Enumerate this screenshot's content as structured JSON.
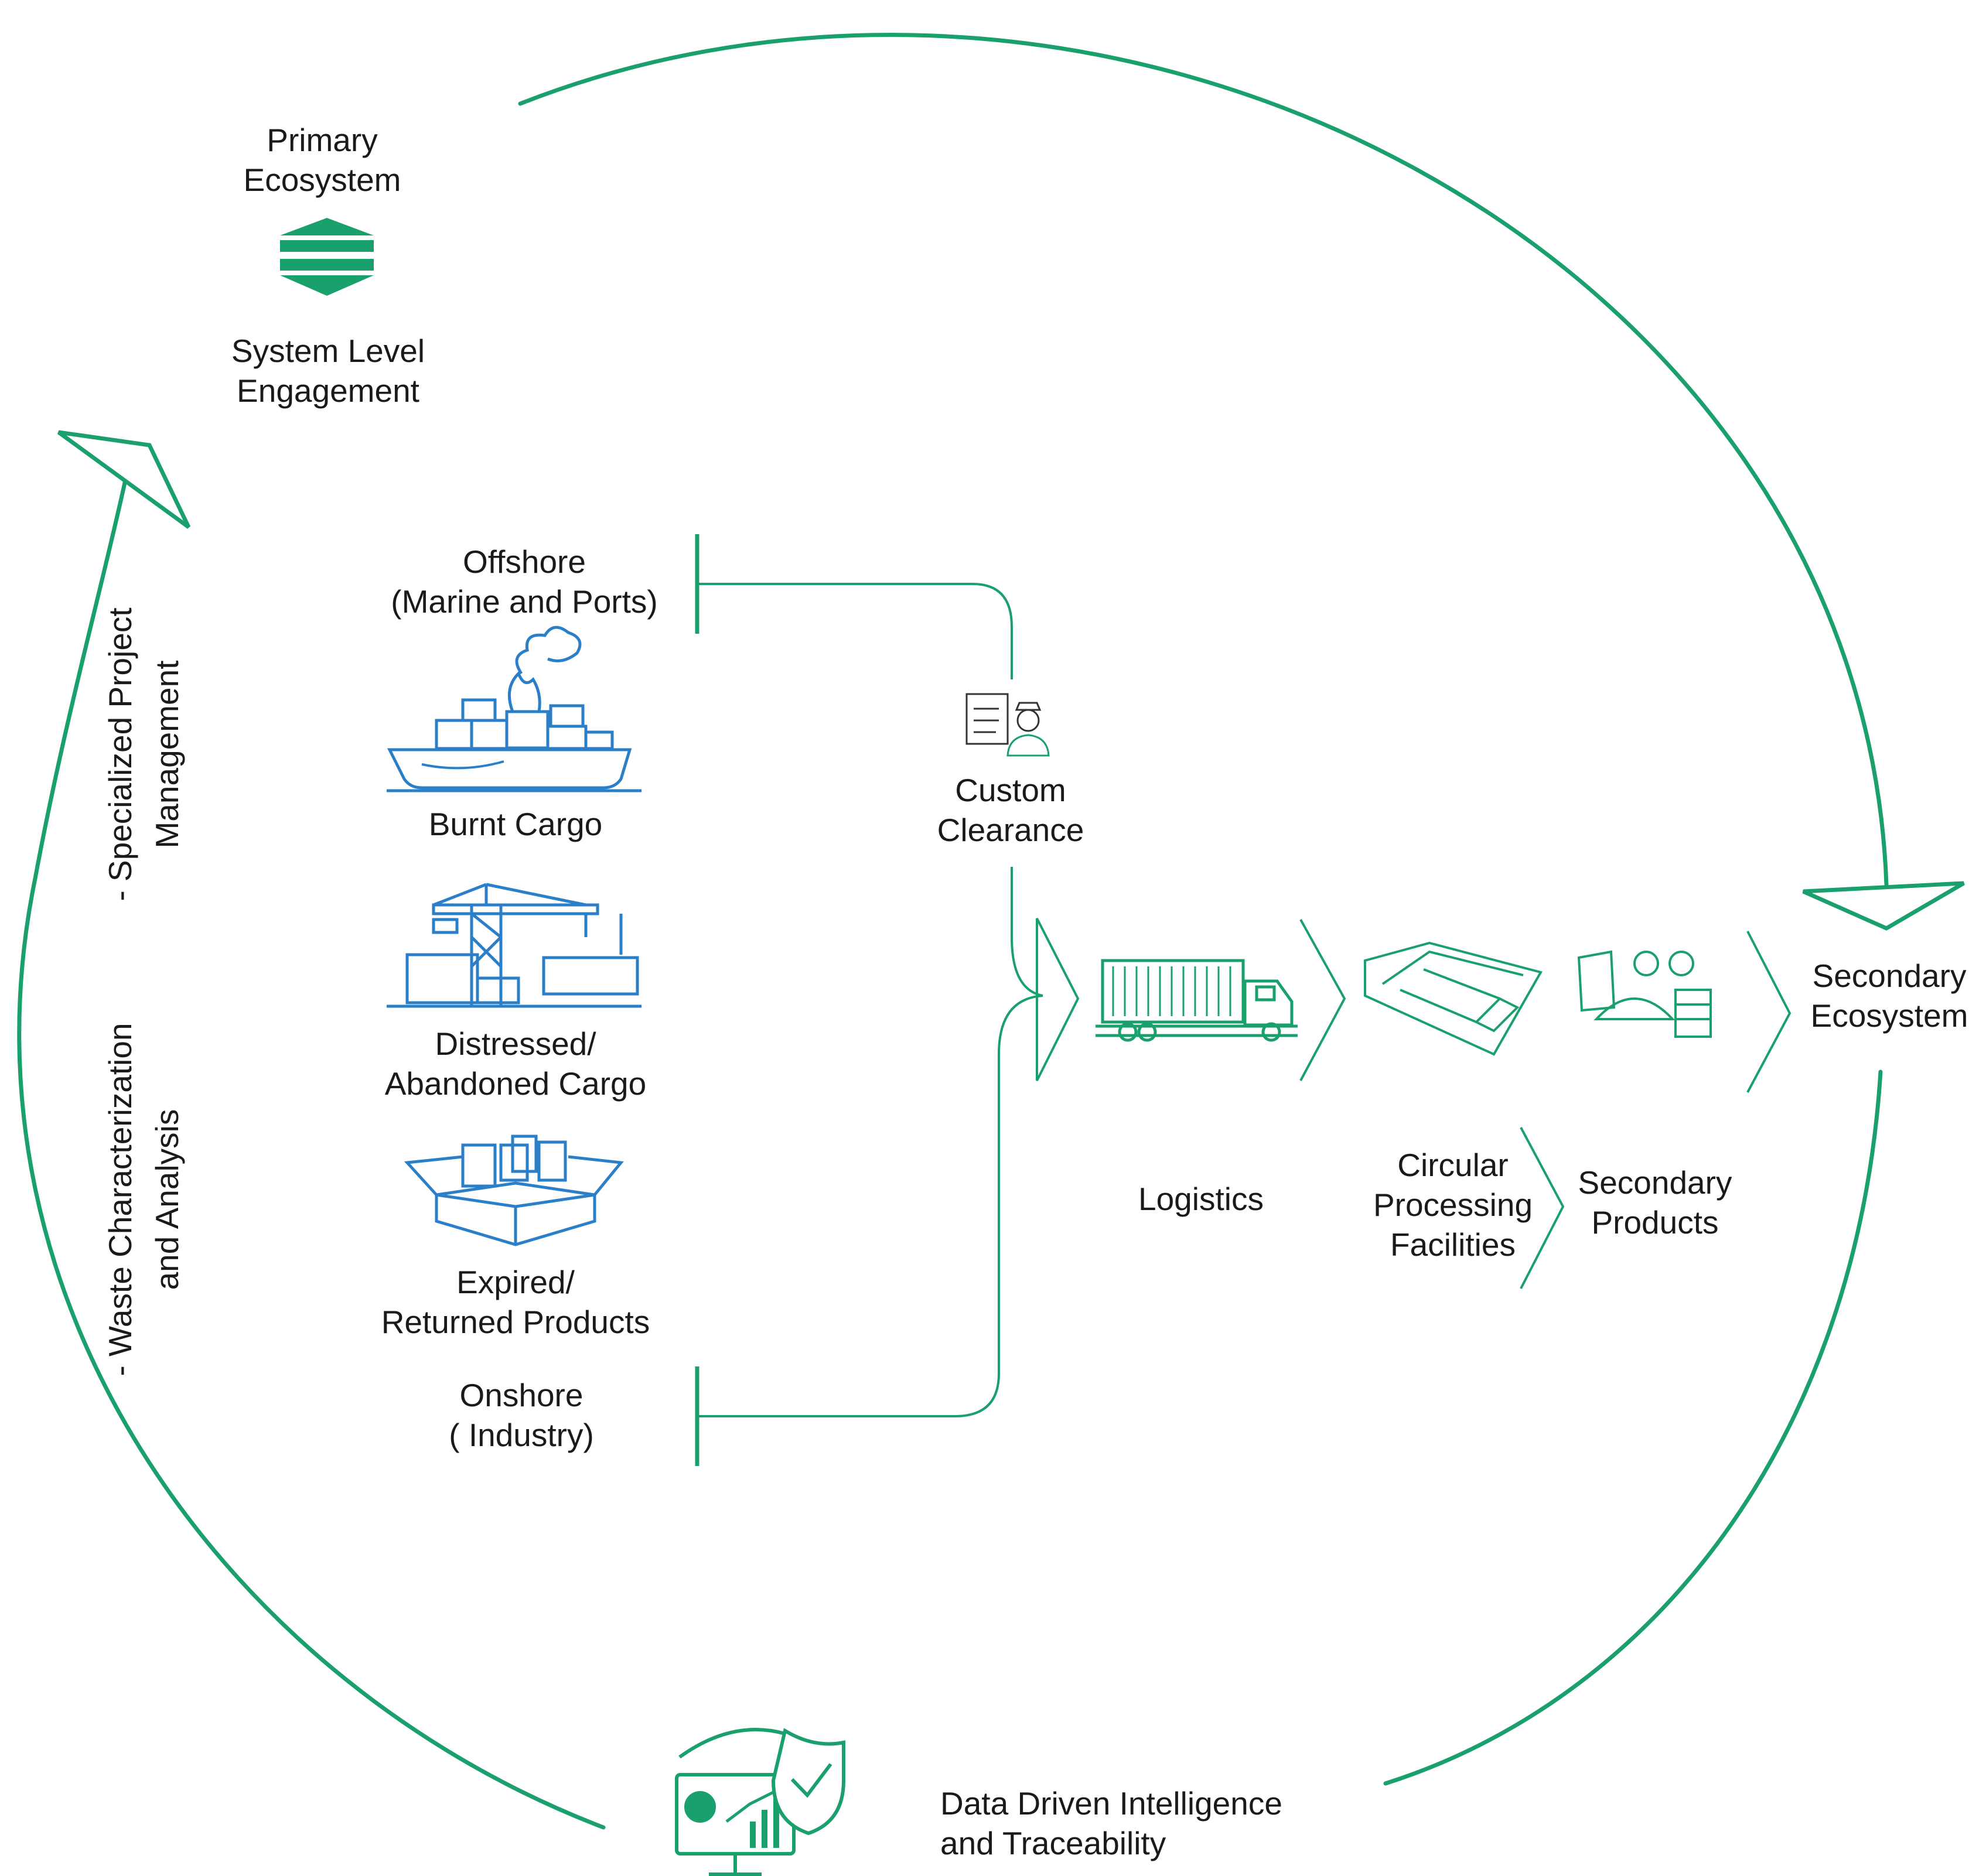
{
  "colors": {
    "accent": "#1aa06d",
    "icon_blue": "#2a7fc8",
    "text": "#1a1a1a",
    "background": "#ffffff"
  },
  "labels": {
    "primary_ecosystem": [
      "Primary",
      "Ecosystem"
    ],
    "system_level": [
      "System Level",
      "Engagement"
    ],
    "offshore": [
      "Offshore",
      "(Marine and Ports)"
    ],
    "burnt_cargo": "Burnt Cargo",
    "distressed": [
      "Distressed/",
      "Abandoned Cargo"
    ],
    "expired": [
      "Expired/",
      "Returned Products"
    ],
    "onshore": [
      "Onshore",
      "( Industry)"
    ],
    "custom_clearance": [
      "Custom",
      "Clearance"
    ],
    "logistics": "Logistics",
    "circular_processing": [
      "Circular",
      "Processing",
      "Facilities"
    ],
    "secondary_products": [
      "Secondary",
      "Products"
    ],
    "secondary_ecosystem": [
      "Secondary",
      "Ecosystem"
    ],
    "data_driven": [
      "Data Driven Intelligence",
      "and Traceability"
    ],
    "vertical_1": [
      "-   Specialized Project",
      "Management"
    ],
    "vertical_2": [
      "-   Waste Characterization",
      "and Analysis"
    ]
  },
  "icons": [
    "up-down-arrows-icon",
    "burning-ship-icon",
    "port-crane-icon",
    "open-box-icon",
    "customs-officer-icon",
    "container-truck-icon",
    "processing-facility-icon",
    "products-bags-icon",
    "analytics-shield-icon"
  ]
}
